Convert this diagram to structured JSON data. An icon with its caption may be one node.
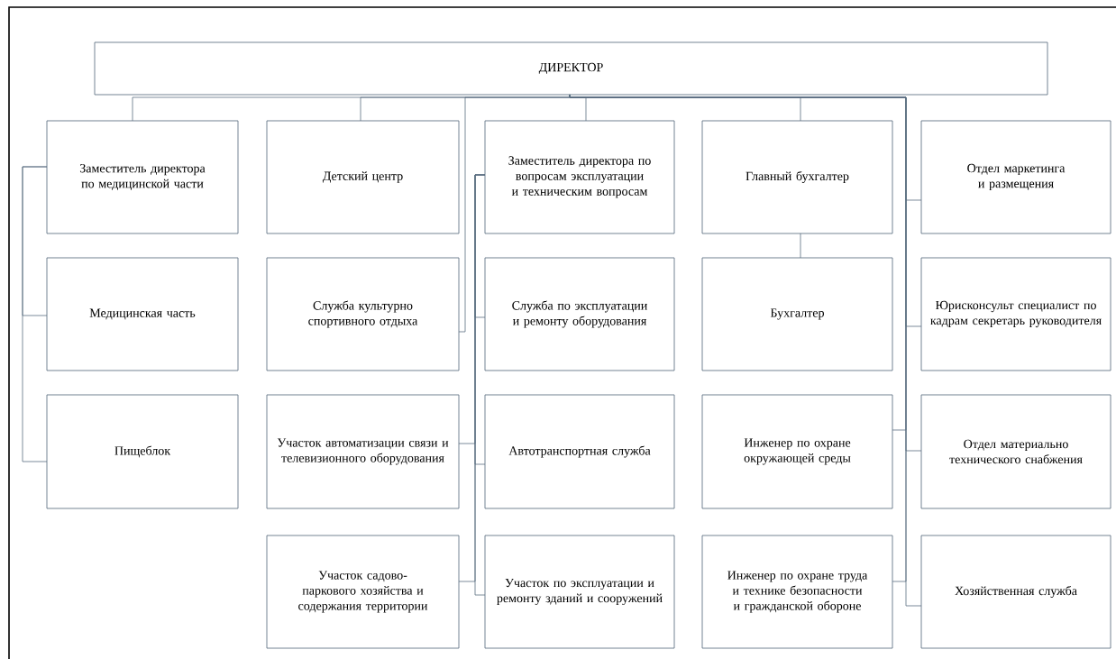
{
  "diagram": {
    "nodes": [
      {
        "text": [
          "ДИРЕКТОР"
        ]
      },
      {
        "text": [
          "Заместитель директора по медицинской части"
        ]
      },
      {
        "text": [
          "Детский центр"
        ]
      },
      {
        "text": [
          "Заместитель директора по вопросам эксплуатации и техническим вопросам"
        ]
      },
      {
        "text": [
          "Главный бухгалтер"
        ]
      },
      {
        "text": [
          "Отдел маркетинга и размещения"
        ]
      },
      {
        "text": [
          "Медицинская часть"
        ]
      },
      {
        "text": [
          "Служба культурно спортивного отдыха"
        ]
      },
      {
        "text": [
          "Служба по эксплуатации и ремонту оборудования"
        ]
      },
      {
        "text": [
          "Бухгалтер"
        ]
      },
      {
        "text": [
          "Юрисконсульт специалист по кадрам секретарь руководителя"
        ]
      },
      {
        "text": [
          "Пищеблок"
        ]
      },
      {
        "text": [
          "Участок автоматизации связи и телевизионного оборудования"
        ]
      },
      {
        "text": [
          "Автотранспортная служба"
        ]
      },
      {
        "text": [
          "Инженер по охране окружающей среды"
        ]
      },
      {
        "text": [
          "Отдел материально технического снабжения"
        ]
      },
      {
        "text": [
          "Участок садово-паркового хозяйства и содержания территории"
        ]
      },
      {
        "text": [
          "Участок по эксплуатации и ремонту зданий и сооружений"
        ]
      },
      {
        "text": [
          "Инженер по охране труда и технике безопасности и гражданской обороне"
        ]
      },
      {
        "text": [
          "Хозяйственная служба"
        ]
      }
    ],
    "edges": [
      {
        "from": 0,
        "to": 1,
        "arrow": "none"
      },
      {
        "from": 0,
        "to": 2,
        "arrow": "none"
      },
      {
        "from": 0,
        "to": 7,
        "arrow": "none"
      },
      {
        "from": 0,
        "to": 3,
        "arrow": "none"
      },
      {
        "from": 0,
        "to": 4,
        "arrow": "none"
      },
      {
        "from": 0,
        "to": 5,
        "arrow": "none"
      },
      {
        "from": 0,
        "to": 10,
        "arrow": "none"
      },
      {
        "from": 0,
        "to": 14,
        "arrow": "none"
      },
      {
        "from": 0,
        "to": 15,
        "arrow": "none"
      },
      {
        "from": 0,
        "to": 18,
        "arrow": "none"
      },
      {
        "from": 0,
        "to": 19,
        "arrow": "none"
      },
      {
        "from": 1,
        "to": 6,
        "arrow": "none"
      },
      {
        "from": 1,
        "to": 11,
        "arrow": "none"
      },
      {
        "from": 3,
        "to": 8,
        "arrow": "none"
      },
      {
        "from": 3,
        "to": 12,
        "arrow": "none"
      },
      {
        "from": 3,
        "to": 13,
        "arrow": "none"
      },
      {
        "from": 3,
        "to": 16,
        "arrow": "none"
      },
      {
        "from": 3,
        "to": 17,
        "arrow": "none"
      },
      {
        "from": 4,
        "to": 9,
        "arrow": "none"
      }
    ]
  }
}
